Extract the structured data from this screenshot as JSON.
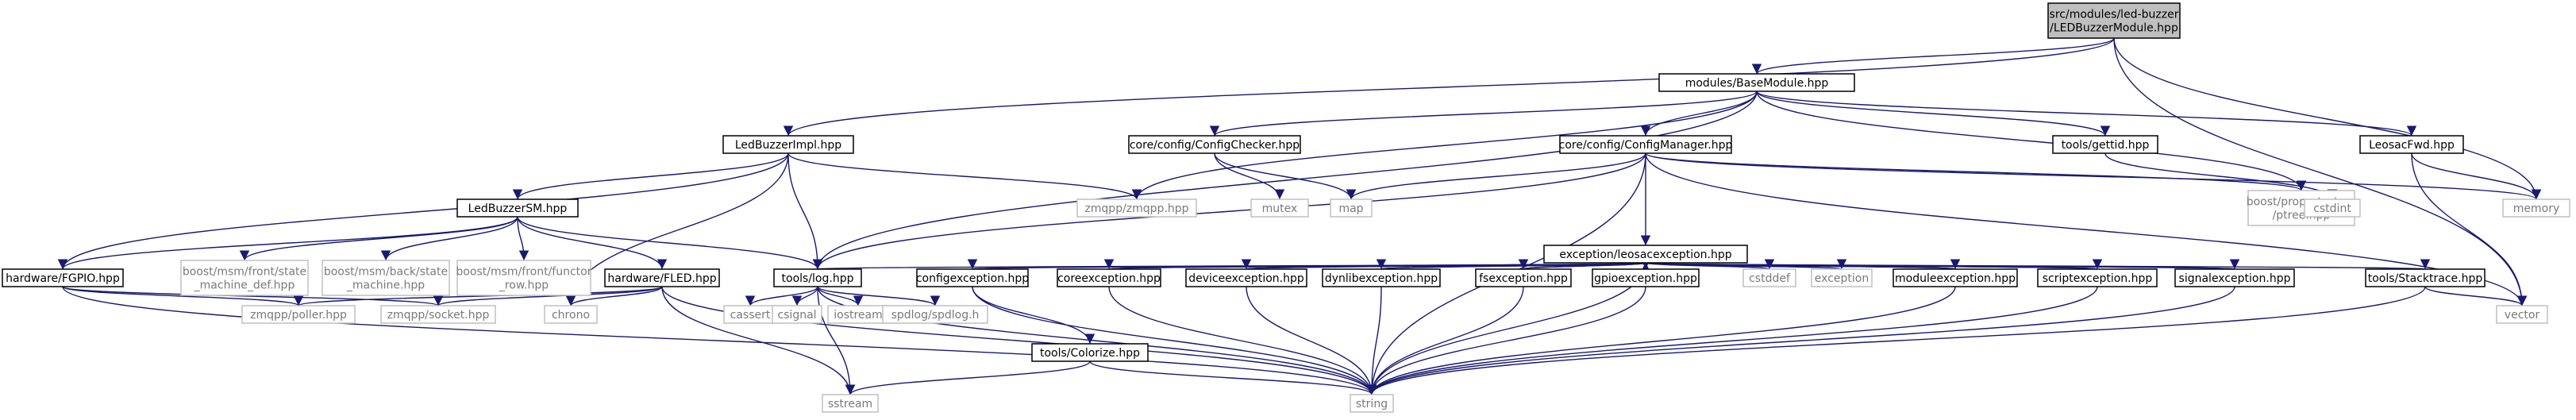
{
  "colors": {
    "edge": "#191970",
    "root_fill": "#bfbfbf",
    "ext_border": "#c0c0c0",
    "ext_text": "#7a7a7a"
  },
  "nodes": {
    "root": {
      "lines": [
        "src/modules/led-buzzer",
        "/LEDBuzzerModule.hpp"
      ],
      "kind": "root"
    },
    "basemodule": {
      "lines": [
        "modules/BaseModule.hpp"
      ],
      "kind": "local"
    },
    "ledbuzzerimpl": {
      "lines": [
        "LedBuzzerImpl.hpp"
      ],
      "kind": "local"
    },
    "configchecker": {
      "lines": [
        "core/config/ConfigChecker.hpp"
      ],
      "kind": "local"
    },
    "configmanager": {
      "lines": [
        "core/config/ConfigManager.hpp"
      ],
      "kind": "local"
    },
    "gettid": {
      "lines": [
        "tools/gettid.hpp"
      ],
      "kind": "local"
    },
    "leosacfwd": {
      "lines": [
        "LeosacFwd.hpp"
      ],
      "kind": "local"
    },
    "zmqpp": {
      "lines": [
        "zmqpp/zmqpp.hpp"
      ],
      "kind": "ext"
    },
    "mutex": {
      "lines": [
        "mutex"
      ],
      "kind": "ext"
    },
    "map": {
      "lines": [
        "map"
      ],
      "kind": "ext"
    },
    "ptree": {
      "lines": [
        "boost/property_tree",
        "/ptree.hpp"
      ],
      "kind": "ext"
    },
    "cstdint": {
      "lines": [
        "cstdint"
      ],
      "kind": "ext"
    },
    "memory": {
      "lines": [
        "memory"
      ],
      "kind": "ext"
    },
    "ledbuzzersm": {
      "lines": [
        "LedBuzzerSM.hpp"
      ],
      "kind": "local"
    },
    "leosacexception": {
      "lines": [
        "exception/leosacexception.hpp"
      ],
      "kind": "local"
    },
    "fgpio": {
      "lines": [
        "hardware/FGPIO.hpp"
      ],
      "kind": "local"
    },
    "statemachinedef": {
      "lines": [
        "boost/msm/front/state",
        "_machine_def.hpp"
      ],
      "kind": "ext"
    },
    "backstatemachine": {
      "lines": [
        "boost/msm/back/state",
        "_machine.hpp"
      ],
      "kind": "ext"
    },
    "functorrow": {
      "lines": [
        "boost/msm/front/functor",
        "_row.hpp"
      ],
      "kind": "ext"
    },
    "fled": {
      "lines": [
        "hardware/FLED.hpp"
      ],
      "kind": "local"
    },
    "log": {
      "lines": [
        "tools/log.hpp"
      ],
      "kind": "local"
    },
    "configexception": {
      "lines": [
        "configexception.hpp"
      ],
      "kind": "local"
    },
    "coreexception": {
      "lines": [
        "coreexception.hpp"
      ],
      "kind": "local"
    },
    "deviceexception": {
      "lines": [
        "deviceexception.hpp"
      ],
      "kind": "local"
    },
    "dynlibexception": {
      "lines": [
        "dynlibexception.hpp"
      ],
      "kind": "local"
    },
    "fsexception": {
      "lines": [
        "fsexception.hpp"
      ],
      "kind": "local"
    },
    "gpioexception": {
      "lines": [
        "gpioexception.hpp"
      ],
      "kind": "local"
    },
    "cstddef": {
      "lines": [
        "cstddef"
      ],
      "kind": "ext"
    },
    "exception": {
      "lines": [
        "exception"
      ],
      "kind": "ext"
    },
    "moduleexception": {
      "lines": [
        "moduleexception.hpp"
      ],
      "kind": "local"
    },
    "scriptexception": {
      "lines": [
        "scriptexception.hpp"
      ],
      "kind": "local"
    },
    "signalexception": {
      "lines": [
        "signalexception.hpp"
      ],
      "kind": "local"
    },
    "stacktrace": {
      "lines": [
        "tools/Stacktrace.hpp"
      ],
      "kind": "local"
    },
    "vector": {
      "lines": [
        "vector"
      ],
      "kind": "ext"
    },
    "poller": {
      "lines": [
        "zmqpp/poller.hpp"
      ],
      "kind": "ext"
    },
    "socket": {
      "lines": [
        "zmqpp/socket.hpp"
      ],
      "kind": "ext"
    },
    "chrono": {
      "lines": [
        "chrono"
      ],
      "kind": "ext"
    },
    "cassert": {
      "lines": [
        "cassert"
      ],
      "kind": "ext"
    },
    "csignal": {
      "lines": [
        "csignal"
      ],
      "kind": "ext"
    },
    "iostream": {
      "lines": [
        "iostream"
      ],
      "kind": "ext"
    },
    "spdlog": {
      "lines": [
        "spdlog/spdlog.h"
      ],
      "kind": "ext"
    },
    "colorize": {
      "lines": [
        "tools/Colorize.hpp"
      ],
      "kind": "local"
    },
    "sstream": {
      "lines": [
        "sstream"
      ],
      "kind": "ext"
    },
    "string": {
      "lines": [
        "string"
      ],
      "kind": "ext"
    }
  },
  "edges": [
    [
      "root",
      "basemodule"
    ],
    [
      "root",
      "ledbuzzerimpl"
    ],
    [
      "root",
      "memory"
    ],
    [
      "root",
      "vector"
    ],
    [
      "basemodule",
      "configchecker"
    ],
    [
      "basemodule",
      "configmanager"
    ],
    [
      "basemodule",
      "gettid"
    ],
    [
      "basemodule",
      "leosacfwd"
    ],
    [
      "basemodule",
      "zmqpp"
    ],
    [
      "basemodule",
      "ptree"
    ],
    [
      "basemodule",
      "log"
    ],
    [
      "ledbuzzerimpl",
      "ledbuzzersm"
    ],
    [
      "ledbuzzerimpl",
      "zmqpp"
    ],
    [
      "ledbuzzerimpl",
      "log"
    ],
    [
      "ledbuzzerimpl",
      "fgpio"
    ],
    [
      "ledbuzzerimpl",
      "chrono"
    ],
    [
      "configchecker",
      "mutex"
    ],
    [
      "configchecker",
      "map"
    ],
    [
      "configmanager",
      "map"
    ],
    [
      "configmanager",
      "ptree"
    ],
    [
      "configmanager",
      "memory"
    ],
    [
      "configmanager",
      "leosacexception"
    ],
    [
      "configmanager",
      "log"
    ],
    [
      "configmanager",
      "string"
    ],
    [
      "configmanager",
      "vector"
    ],
    [
      "gettid",
      "cstdint"
    ],
    [
      "leosacfwd",
      "memory"
    ],
    [
      "leosacfwd",
      "vector"
    ],
    [
      "ledbuzzersm",
      "fgpio"
    ],
    [
      "ledbuzzersm",
      "statemachinedef"
    ],
    [
      "ledbuzzersm",
      "backstatemachine"
    ],
    [
      "ledbuzzersm",
      "functorrow"
    ],
    [
      "ledbuzzersm",
      "fled"
    ],
    [
      "ledbuzzersm",
      "log"
    ],
    [
      "leosacexception",
      "log"
    ],
    [
      "leosacexception",
      "configexception"
    ],
    [
      "leosacexception",
      "coreexception"
    ],
    [
      "leosacexception",
      "deviceexception"
    ],
    [
      "leosacexception",
      "dynlibexception"
    ],
    [
      "leosacexception",
      "fsexception"
    ],
    [
      "leosacexception",
      "gpioexception"
    ],
    [
      "leosacexception",
      "cstddef"
    ],
    [
      "leosacexception",
      "exception"
    ],
    [
      "leosacexception",
      "moduleexception"
    ],
    [
      "leosacexception",
      "scriptexception"
    ],
    [
      "leosacexception",
      "signalexception"
    ],
    [
      "leosacexception",
      "stacktrace"
    ],
    [
      "leosacexception",
      "string"
    ],
    [
      "configexception",
      "leosacexception"
    ],
    [
      "coreexception",
      "leosacexception"
    ],
    [
      "deviceexception",
      "leosacexception"
    ],
    [
      "dynlibexception",
      "leosacexception"
    ],
    [
      "fsexception",
      "leosacexception"
    ],
    [
      "gpioexception",
      "leosacexception"
    ],
    [
      "moduleexception",
      "leosacexception"
    ],
    [
      "scriptexception",
      "leosacexception"
    ],
    [
      "signalexception",
      "leosacexception"
    ],
    [
      "configexception",
      "colorize"
    ],
    [
      "configexception",
      "string"
    ],
    [
      "coreexception",
      "string"
    ],
    [
      "deviceexception",
      "string"
    ],
    [
      "dynlibexception",
      "string"
    ],
    [
      "fsexception",
      "string"
    ],
    [
      "gpioexception",
      "string"
    ],
    [
      "moduleexception",
      "string"
    ],
    [
      "scriptexception",
      "string"
    ],
    [
      "signalexception",
      "string"
    ],
    [
      "stacktrace",
      "vector"
    ],
    [
      "stacktrace",
      "string"
    ],
    [
      "fgpio",
      "poller"
    ],
    [
      "fgpio",
      "socket"
    ],
    [
      "fgpio",
      "string"
    ],
    [
      "fled",
      "poller"
    ],
    [
      "fled",
      "socket"
    ],
    [
      "fled",
      "chrono"
    ],
    [
      "fled",
      "string"
    ],
    [
      "fled",
      "sstream"
    ],
    [
      "log",
      "cassert"
    ],
    [
      "log",
      "csignal"
    ],
    [
      "log",
      "iostream"
    ],
    [
      "log",
      "spdlog"
    ],
    [
      "log",
      "sstream"
    ],
    [
      "log",
      "string"
    ],
    [
      "colorize",
      "sstream"
    ],
    [
      "colorize",
      "string"
    ]
  ]
}
